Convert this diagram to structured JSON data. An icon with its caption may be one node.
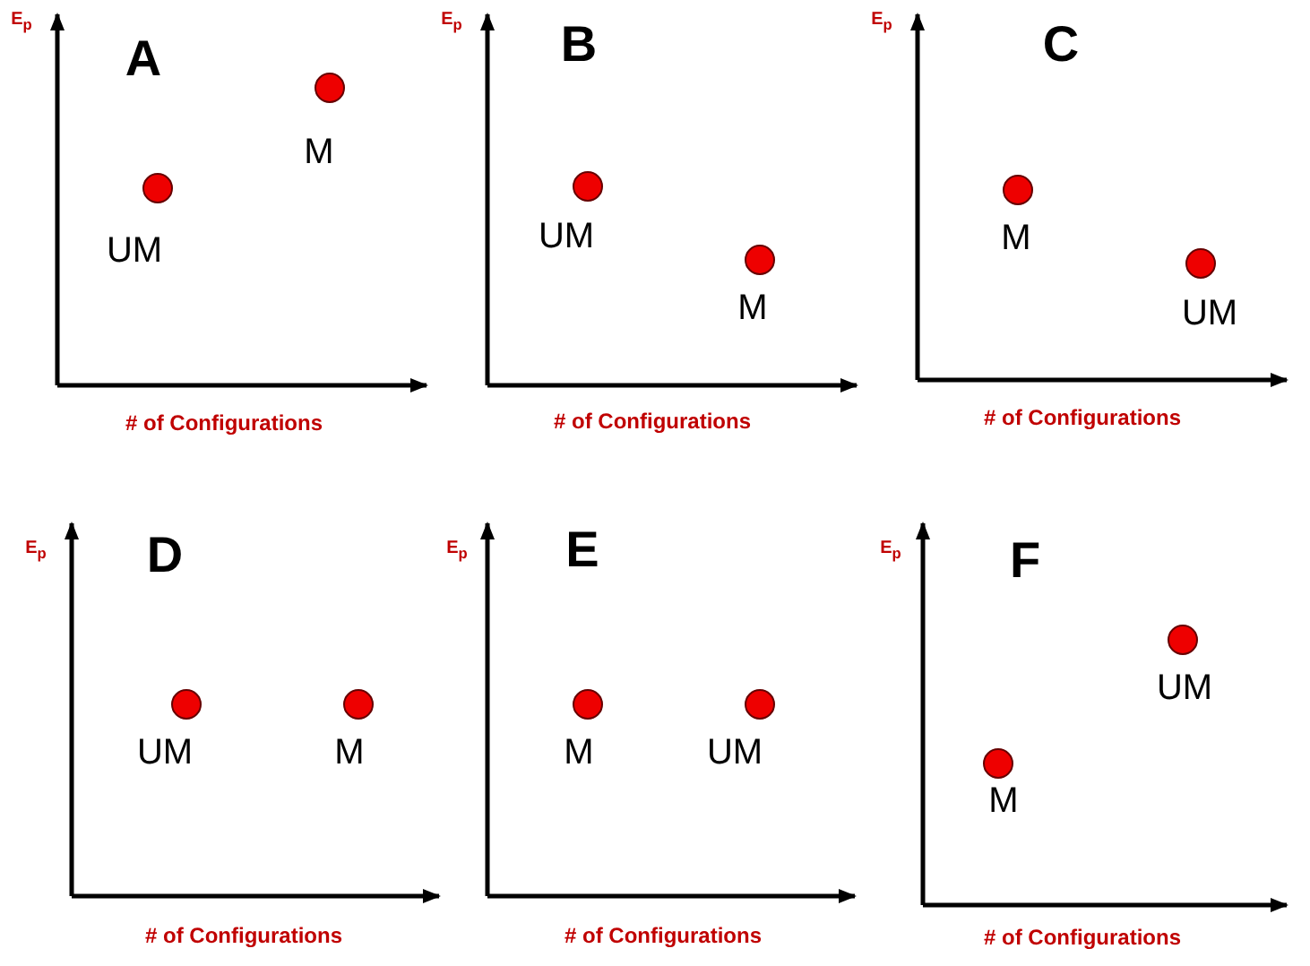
{
  "diagram": {
    "labels": [
      "E$_{p}$",
      "A",
      "M",
      "UM",
      "# of Configurations",
      "E$_{p}$",
      "B",
      "UM",
      "M",
      "# of Configurations",
      "E$_{p}$",
      "C",
      "M",
      "UM",
      "# of Configurations",
      "E$_{p}$",
      "D",
      "UM",
      "M",
      "# of Configurations",
      "E$_{p}$",
      "E",
      "M",
      "UM",
      "# of Configurations",
      "E$_{p}$",
      "F",
      "UM",
      "M",
      "# of Configurations"
    ]
  }
}
